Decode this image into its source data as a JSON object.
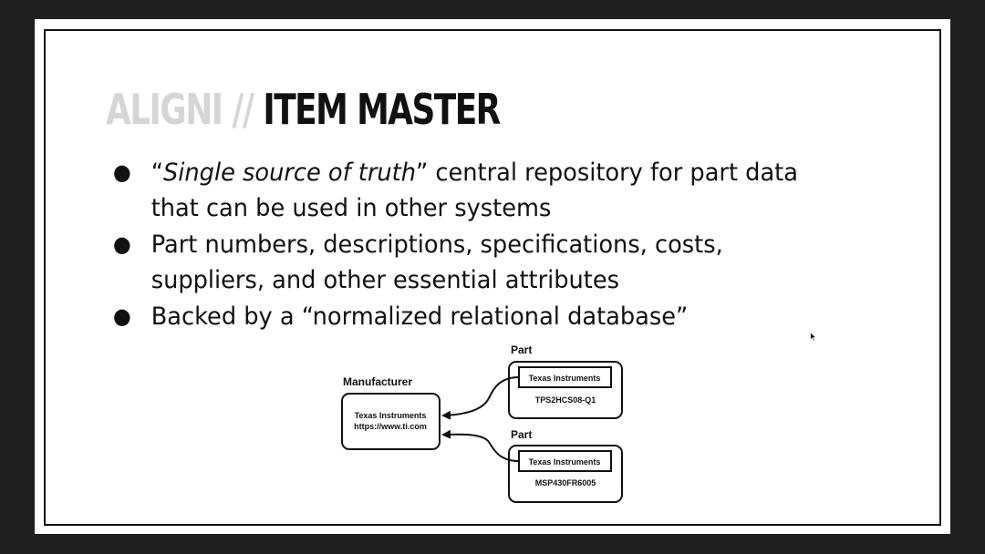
{
  "slide": {
    "title": {
      "brand": "ALIGNI",
      "separator": " // ",
      "main": "ITEM MASTER"
    },
    "bullets": [
      {
        "quote_open": "“",
        "italic": "Single source of truth",
        "rest": "” central repository for part data that can be used in other systems"
      },
      {
        "text": "Part numbers, descriptions, specifications, costs, suppliers, and other essential attributes"
      },
      {
        "text": "Backed by a “normalized relational database”"
      }
    ],
    "bullet_glyph": "●",
    "diagram": {
      "manufacturer": {
        "heading": "Manufacturer",
        "name": "Texas Instruments",
        "url": "https://www.ti.com"
      },
      "parts": [
        {
          "heading": "Part",
          "manufacturer_ref": "Texas Instruments",
          "part_number": "TPS2HCS08-Q1"
        },
        {
          "heading": "Part",
          "manufacturer_ref": "Texas Instruments",
          "part_number": "MSP430FR6005"
        }
      ]
    }
  },
  "colors": {
    "background": "#1e1e1e",
    "slide": "#ffffff",
    "title_brand": "#d6d6d6",
    "text": "#111111"
  },
  "icons": {
    "cursor": "mouse-pointer-icon",
    "arrow": "arrow-left-icon"
  }
}
